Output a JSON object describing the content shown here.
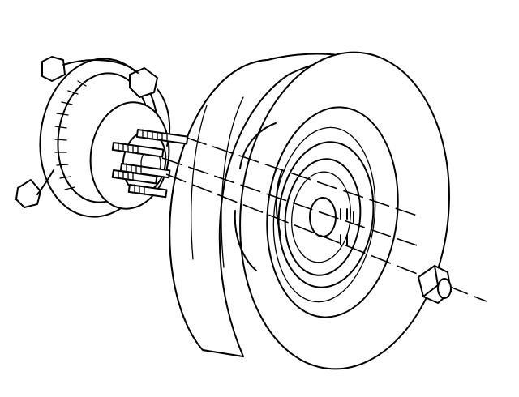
{
  "figure": {
    "components": [
      {
        "name": "hub-and-brake-rotor"
      },
      {
        "name": "wheel-studs",
        "count": 5
      },
      {
        "name": "tire-and-wheel-assembly"
      },
      {
        "name": "lug-nut"
      }
    ],
    "line_color": "#000000",
    "background": "#ffffff"
  }
}
